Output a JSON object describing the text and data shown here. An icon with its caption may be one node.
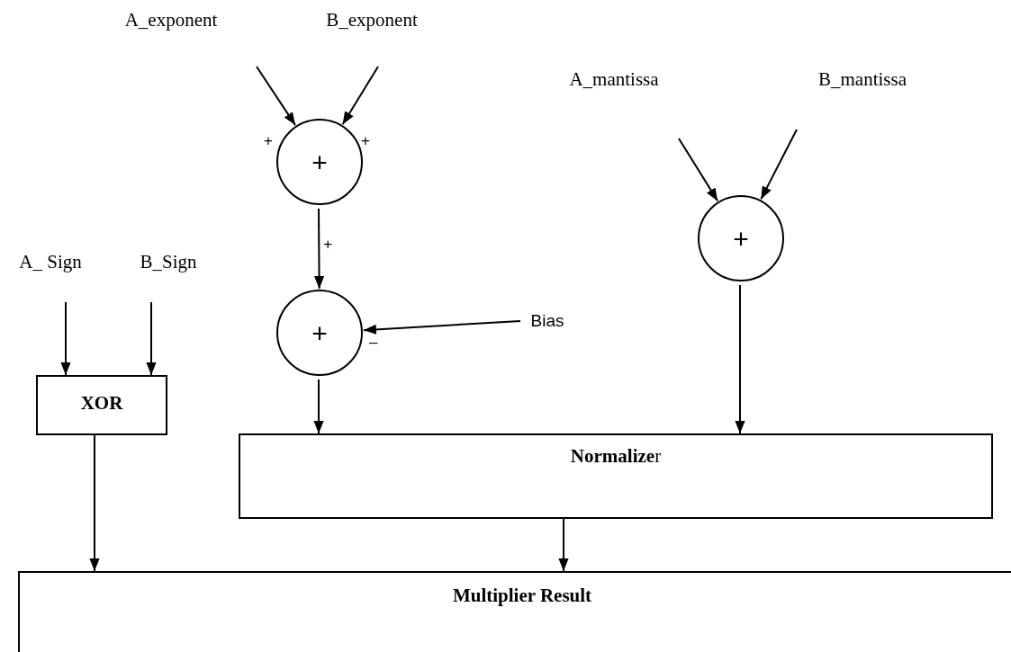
{
  "diagram": {
    "nodes": [
      {
        "text": [
          "A_exponent"
        ]
      },
      {
        "text": [
          "B_exponent"
        ]
      },
      {
        "text": [
          "A_mantissa"
        ]
      },
      {
        "text": [
          "B_mantissa"
        ]
      },
      {
        "text": [
          "+"
        ],
        "beside": [
          "+",
          "+"
        ]
      },
      {
        "text": [
          "+"
        ],
        "beside": [
          "–"
        ]
      },
      {
        "text": [
          "Bias"
        ]
      },
      {
        "text": [
          "+"
        ]
      },
      {
        "text": [
          "A_ Sign"
        ]
      },
      {
        "text": [
          "B_Sign"
        ]
      },
      {
        "text": [
          "XOR"
        ]
      },
      {
        "text": [
          "**Normalize**r"
        ]
      },
      {
        "text": [
          "Multiplier Result"
        ]
      }
    ],
    "edges": [
      {
        "from": 0,
        "to": 4,
        "arrow": "to"
      },
      {
        "from": 1,
        "to": 4,
        "arrow": "to"
      },
      {
        "from": 4,
        "to": 5,
        "arrow": "to",
        "label": "+"
      },
      {
        "from": 6,
        "to": 5,
        "arrow": "to"
      },
      {
        "from": 2,
        "to": 7,
        "arrow": "to"
      },
      {
        "from": 3,
        "to": 7,
        "arrow": "to"
      },
      {
        "from": 8,
        "to": 10,
        "arrow": "to"
      },
      {
        "from": 9,
        "to": 10,
        "arrow": "to"
      },
      {
        "from": 5,
        "to": 11,
        "arrow": "to"
      },
      {
        "from": 7,
        "to": 11,
        "arrow": "to"
      },
      {
        "from": 10,
        "to": 12,
        "arrow": "to"
      },
      {
        "from": 11,
        "to": 12,
        "arrow": "to"
      }
    ]
  }
}
